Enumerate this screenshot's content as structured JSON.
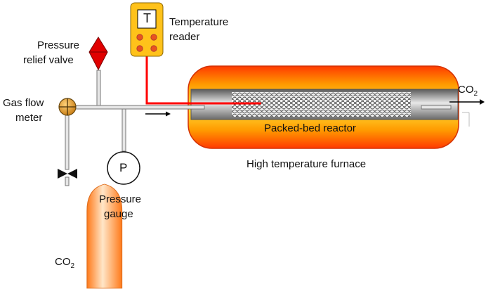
{
  "labels": {
    "pressure_relief_valve": {
      "line1": "Pressure",
      "line2": "relief valve"
    },
    "gas_flow_meter": {
      "line1": "Gas flow",
      "line2": "meter"
    },
    "temperature_reader": {
      "line1": "Temperature",
      "line2": "reader"
    },
    "pressure_gauge": {
      "line1": "Pressure",
      "line2": "gauge"
    },
    "reactor": "Packed-bed reactor",
    "furnace": "High temperature furnace",
    "co2_main": "CO",
    "co2_sub": "2",
    "cylinder_main": "CO",
    "cylinder_sub": "2",
    "thermo_letter": "T",
    "gauge_letter": "P"
  },
  "colors": {
    "furnace_outer": "#ff3a00",
    "furnace_middle": "#ff9a00",
    "furnace_inner": "#ffe23a",
    "reader_body": "#ffc21a",
    "reader_buttons": "#e8531e",
    "thermocouple": "#ff0000",
    "relief_valve": "#e00000",
    "flow_meter": "#d98c1a",
    "cylinder": "#ff8a2a",
    "pipe": "#888888"
  },
  "icons": [
    "relief-valve-icon",
    "flow-meter-icon",
    "shutoff-valve-icon",
    "pressure-gauge-icon",
    "gas-cylinder-icon",
    "temperature-reader-icon",
    "arrow-icon"
  ]
}
